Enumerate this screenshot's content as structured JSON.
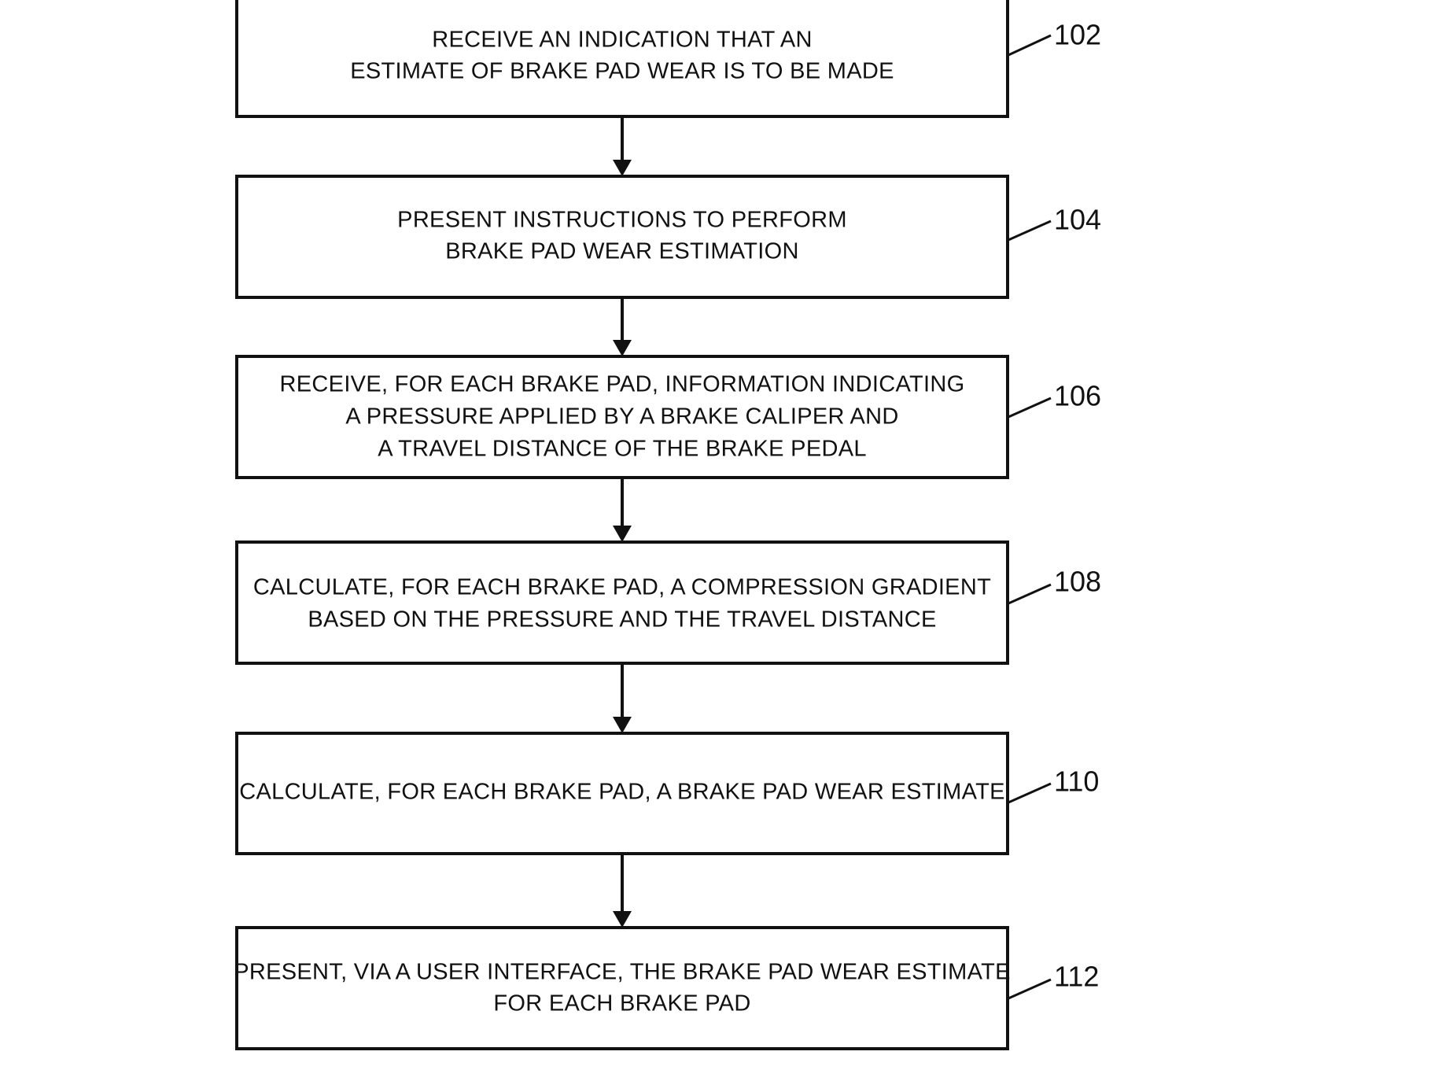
{
  "flowchart": {
    "steps": [
      {
        "id": "102",
        "lines": [
          "RECEIVE AN INDICATION THAT AN",
          "ESTIMATE OF BRAKE PAD WEAR IS TO BE MADE"
        ]
      },
      {
        "id": "104",
        "lines": [
          "PRESENT INSTRUCTIONS TO PERFORM",
          "BRAKE PAD WEAR ESTIMATION"
        ]
      },
      {
        "id": "106",
        "lines": [
          "RECEIVE, FOR EACH BRAKE PAD, INFORMATION INDICATING",
          "A PRESSURE APPLIED BY A BRAKE CALIPER AND",
          "A TRAVEL DISTANCE OF THE BRAKE PEDAL"
        ]
      },
      {
        "id": "108",
        "lines": [
          "CALCULATE, FOR EACH BRAKE PAD, A COMPRESSION GRADIENT",
          "BASED ON THE PRESSURE AND THE TRAVEL DISTANCE"
        ]
      },
      {
        "id": "110",
        "lines": [
          "CALCULATE, FOR EACH BRAKE PAD, A BRAKE PAD WEAR ESTIMATE"
        ]
      },
      {
        "id": "112",
        "lines": [
          "PRESENT, VIA A USER INTERFACE, THE BRAKE PAD WEAR ESTIMATE",
          "FOR EACH BRAKE PAD"
        ]
      }
    ]
  }
}
